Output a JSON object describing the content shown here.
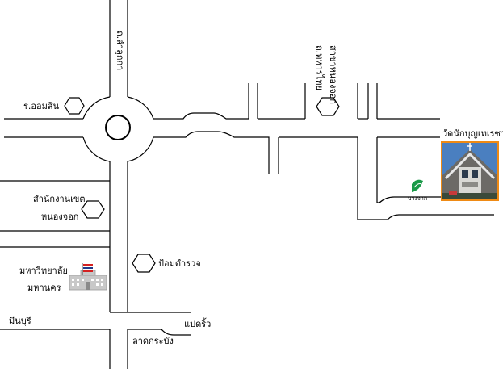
{
  "labels": {
    "road_tha_lukka": "ถ.ลำลูกกา",
    "road_om_sin": "ร.ออมสิน",
    "road_thahan_thai": "ถ.ทหารไทย",
    "road_sakha_nong_chok": "สาขาหนองจอก",
    "temple": "วัดนักบุญเทเรซา",
    "district_office_line1": "สำนักงานเขต",
    "district_office_line2": "หนองจอก",
    "police_booth": "ป้อมตำรวจ",
    "university_line1": "มหาวิทยาลัย",
    "university_line2": "มหานคร",
    "min_buri": "มีนบุรี",
    "paet_rio": "แปดริ้ว",
    "lat_krabang": "ลาดกระบัง",
    "bank_logo_text": "บางจาก"
  },
  "colors": {
    "road": "#000000",
    "photo_border": "#ef8a14",
    "bank_logo": "#1a9a48",
    "university_flag_red": "#d42020",
    "university_flag_blue": "#1d3a8a",
    "building_gray": "#c8c8c8"
  },
  "icons": [
    "hexagon-marker-icon",
    "thai-flag-icon",
    "university-building-icon",
    "bangchak-logo-icon",
    "church-photo"
  ]
}
